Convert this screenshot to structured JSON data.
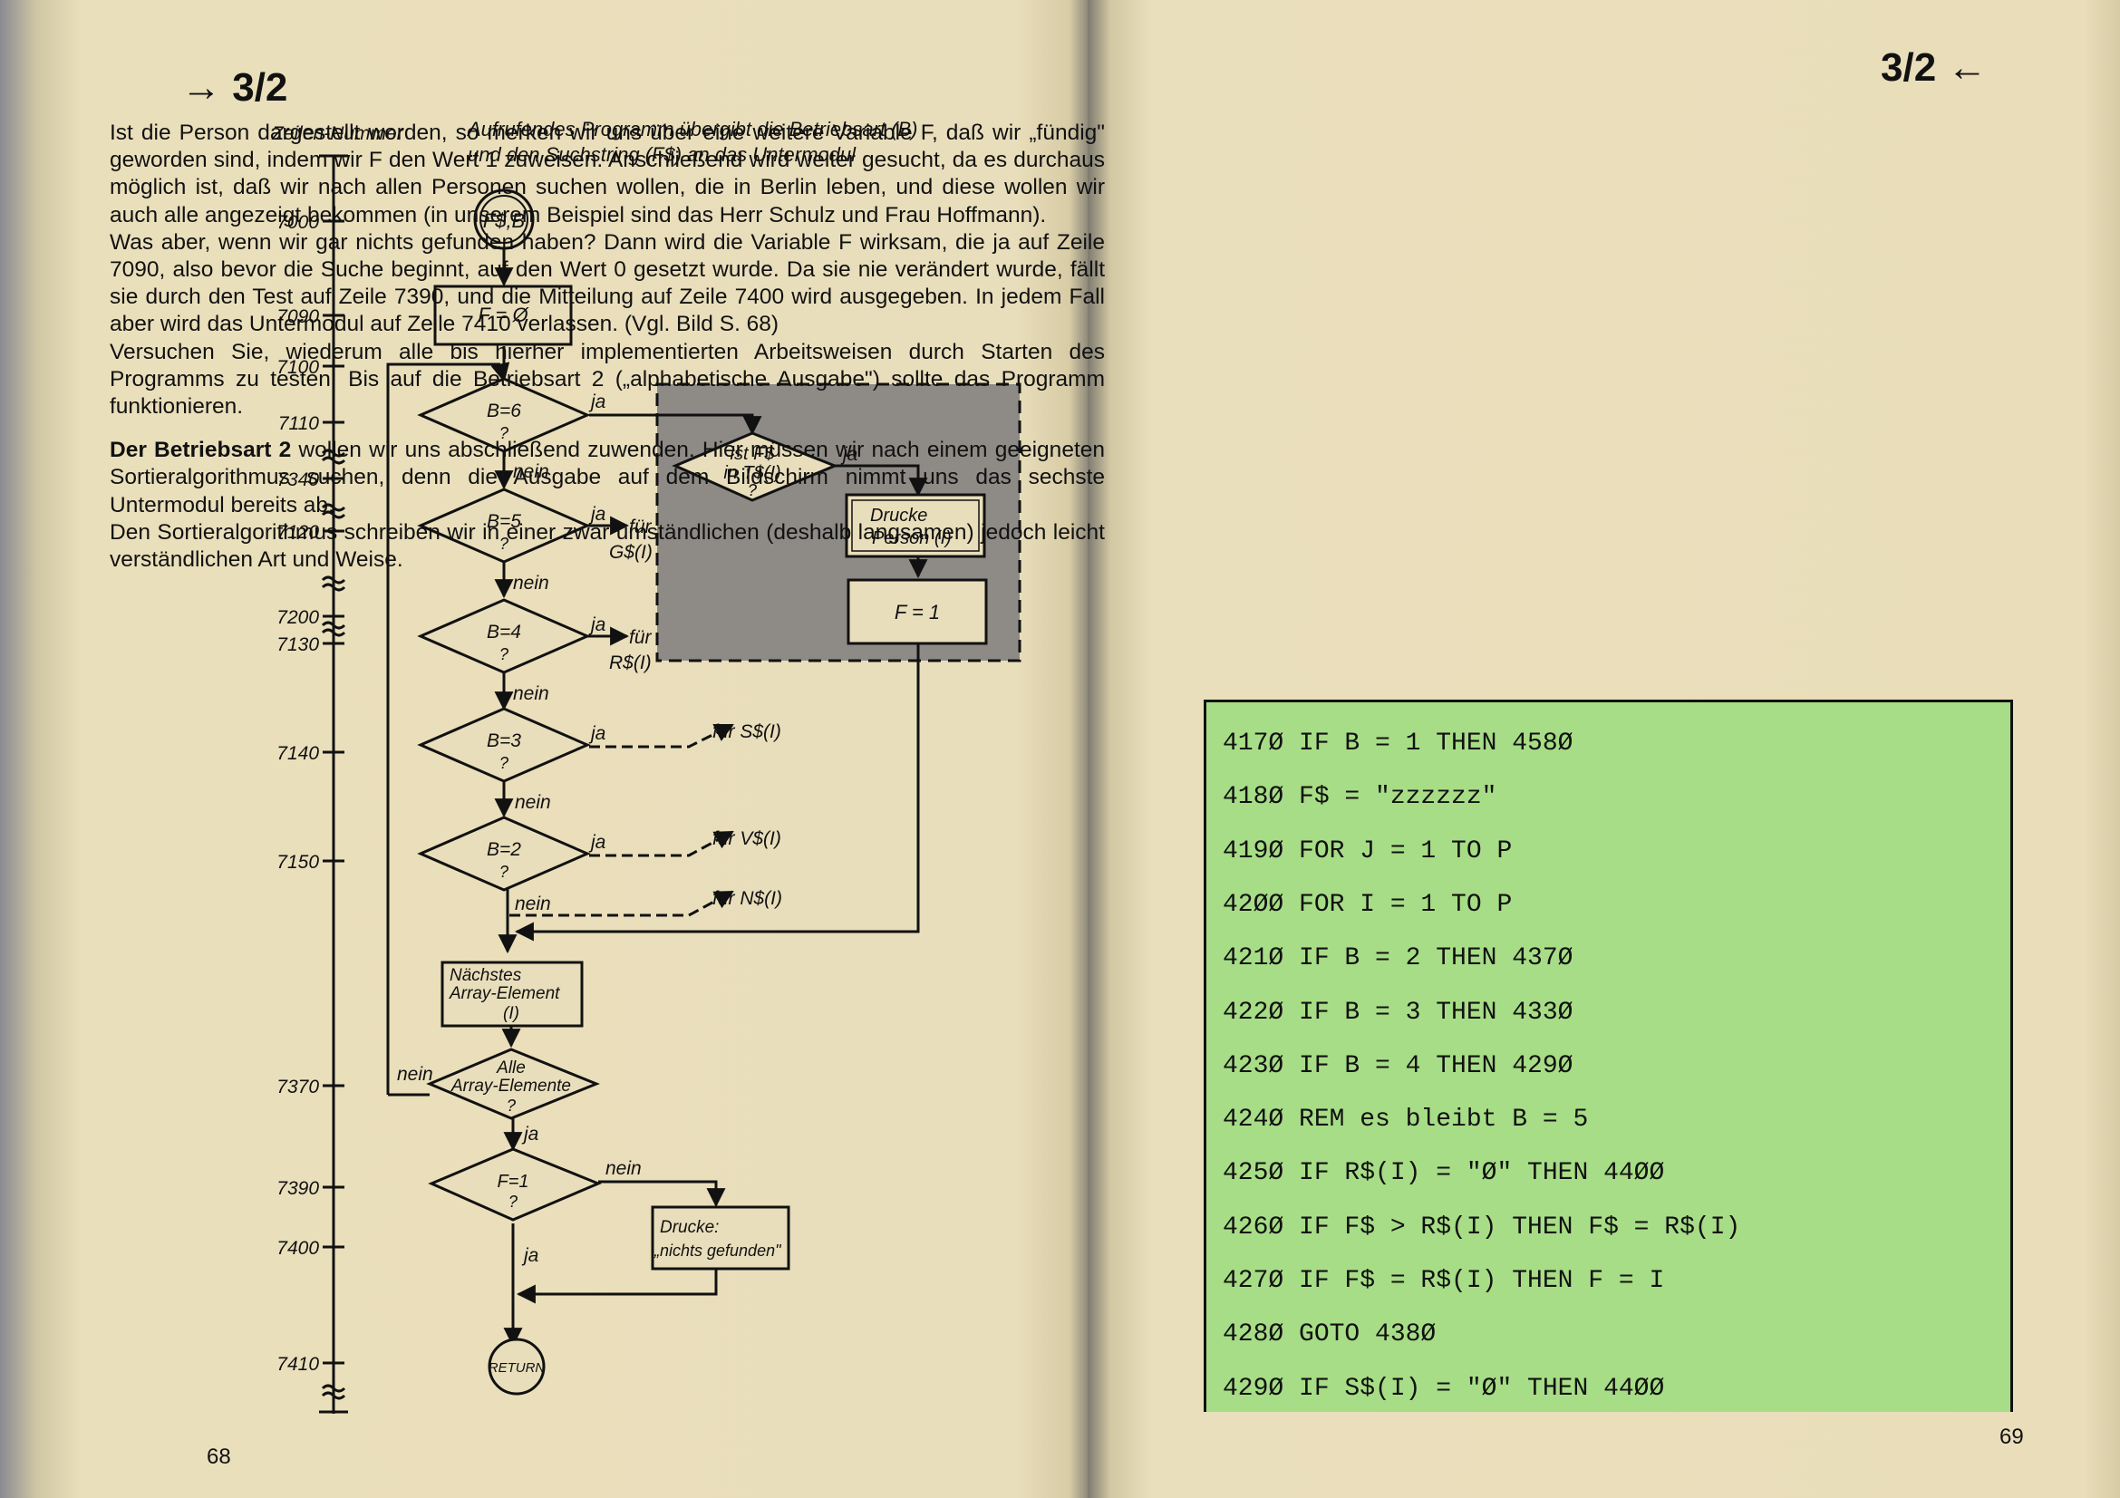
{
  "left_page": {
    "chapter": "→ 3/2",
    "page_number": "68",
    "axis_label": "Zeilen-Nummer",
    "header_note_line1": "Aufrufendes Programm übergibt die Betriebsart (B)",
    "header_note_line2": "und den Suchstring (F$) an das Untermodul",
    "line_numbers": [
      "7000",
      "7090",
      "7100",
      "7110",
      "7340",
      "7120",
      "7200",
      "7130",
      "7140",
      "7150",
      "7370",
      "7390",
      "7400",
      "7410"
    ],
    "flow": {
      "start": "F$,B",
      "init": "F = Ø",
      "decisions": [
        "B=6",
        "B=5",
        "B=4",
        "B=3",
        "B=2"
      ],
      "question": "?",
      "yes": "ja",
      "no": "nein",
      "fuer": "für",
      "arrays": [
        "G$(I)",
        "R$(I)",
        "S$(I)",
        "V$(I)",
        "N$(I)"
      ],
      "fuer_s": "für S$(I)",
      "fuer_v": "für V$(I)",
      "fuer_n": "für N$(I)",
      "inner_decision_l1": "ist F$",
      "inner_decision_l2": "in T$(I)",
      "print_person_l1": "Drucke",
      "print_person_l2": "Person (I)",
      "set_f": "F = 1",
      "next_l1": "Nächstes",
      "next_l2": "Array-Element",
      "next_l3": "(I)",
      "all_l1": "Alle",
      "all_l2": "Array-Elemente",
      "f1": "F=1",
      "print_nf_l1": "Drucke:",
      "print_nf_l2": "„nichts gefunden\"",
      "end": "RETURN"
    }
  },
  "right_page": {
    "chapter": "3/2 ←",
    "page_number": "69",
    "paragraphs": [
      "Ist die Person dargestellt worden, so merken wir uns über eine weitere Variable F, daß wir „fündig\" geworden sind, indem wir F den Wert 1 zuweisen. Anschließend wird weiter gesucht, da es durchaus möglich ist, daß wir nach allen Personen suchen wollen, die in Berlin leben, und diese wollen wir auch alle angezeigt bekommen (in unserem Beispiel sind das Herr Schulz und Frau Hoffmann).",
      "Was aber, wenn wir gar nichts gefunden haben? Dann wird die Variable F wirksam, die ja auf Zeile 7090, also bevor die Suche beginnt, auf den Wert 0 gesetzt wurde. Da sie nie verändert wurde, fällt sie durch den Test auf Zeile 7390, und die Mitteilung auf Zeile 7400 wird ausgegeben. In jedem Fall aber wird das Untermodul auf Zeile 7410 verlassen. (Vgl. Bild S. 68)",
      "Versuchen Sie, wiederum alle bis hierher implementierten Arbeitsweisen durch Starten des Programms zu testen. Bis auf die Betriebsart 2 („alphabetische Ausgabe\") sollte das Programm funktionieren."
    ],
    "para4_bold": "Der Betriebsart 2",
    "para4_rest": " wollen wir uns abschließend zuwenden. Hier müssen wir nach einem geeigneten Sortieralgorithmus suchen, denn die Ausgabe auf dem Bildschirm nimmt uns das sechste Untermodul bereits ab.",
    "para5": "Den Sortieralgorithmus schreiben wir in einer zwar umständlichen (deshalb langsamen) jedoch leicht verständlichen Art und Weise.",
    "code": [
      "417Ø IF B = 1 THEN 458Ø",
      "418Ø F$ = \"zzzzzz\"",
      "419Ø FOR J = 1 TO P",
      "42ØØ FOR I = 1 TO P",
      "421Ø IF B = 2 THEN 437Ø",
      "422Ø IF B = 3 THEN 433Ø",
      "423Ø IF B = 4 THEN 429Ø",
      "424Ø REM es bleibt B = 5",
      "425Ø IF R$(I) = \"Ø\" THEN 44ØØ",
      "426Ø IF F$ > R$(I) THEN F$ = R$(I)",
      "427Ø IF F$ = R$(I) THEN F = I",
      "428Ø GOTO 438Ø",
      "429Ø IF S$(I) = \"Ø\" THEN 44ØØ"
    ]
  }
}
